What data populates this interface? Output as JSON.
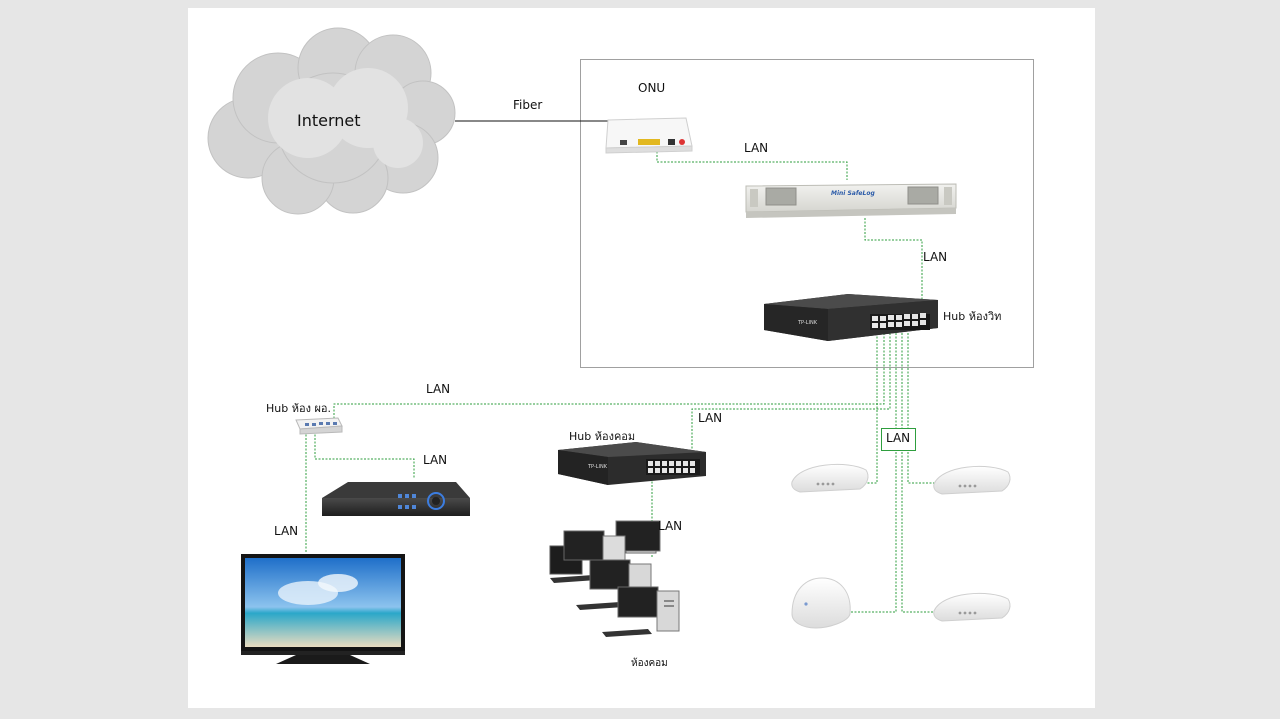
{
  "diagram": {
    "cloud_label": "Internet",
    "fiber_label": "Fiber",
    "onu_label": "ONU",
    "lan_label": "LAN",
    "hub_main_label": "Hub ห้องวิท",
    "hub_office_label": "Hub ห้อง ผอ.",
    "hub_lab_label": "Hub ห้องคอม",
    "computer_room_label": "ห้องคอม",
    "switch_brand": "TP-LINK",
    "firewall_brand": "Mini SafeLog"
  },
  "colors": {
    "lan_line": "#2e9e3e",
    "fiber_line": "#111111",
    "boundary": "#a0a0a0"
  }
}
